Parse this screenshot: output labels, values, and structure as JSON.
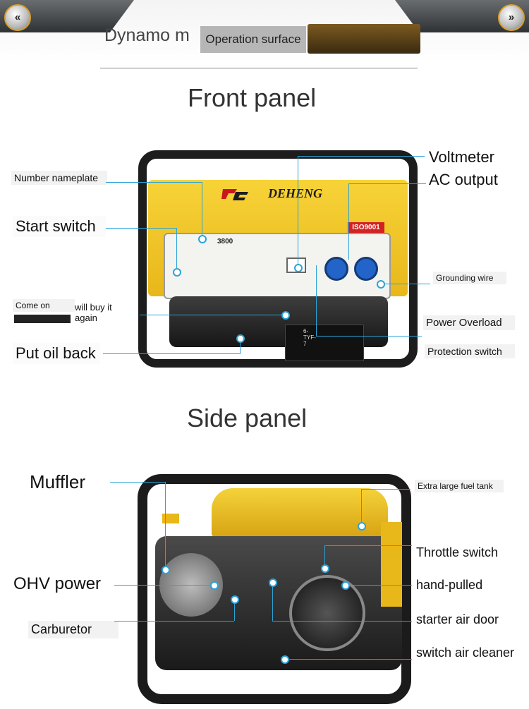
{
  "header": {
    "back_label": "«",
    "forward_label": "»",
    "title_partial": "Dynamo m",
    "title_overlay": "Operation surface"
  },
  "front": {
    "title": "Front panel",
    "brand": "DEHENG",
    "certification": "ISO9001",
    "model": "3800",
    "battery_label": "6-TYF-7",
    "labels": {
      "voltmeter": "Voltmeter",
      "ac_output": "AC output",
      "nameplate": "Number nameplate",
      "start_switch": "Start switch",
      "grounding": "Grounding wire",
      "come_on": "Come on",
      "buy_again": "will buy it again",
      "power_overload": "Power Overload",
      "oil_back": "Put oil back",
      "protection": "Protection switch"
    }
  },
  "side": {
    "title": "Side panel",
    "labels": {
      "muffler": "Muffler",
      "fuel_tank": "Extra large fuel tank",
      "throttle": "Throttle switch",
      "ohv": "OHV power",
      "hand_pulled": "hand-pulled",
      "carburetor": "Carburetor",
      "air_door": "starter air door",
      "air_cleaner": "switch air cleaner"
    }
  },
  "colors": {
    "accent_line": "#2aa3d8",
    "generator_yellow": "#f2c527",
    "frame_black": "#1d1d1d"
  }
}
